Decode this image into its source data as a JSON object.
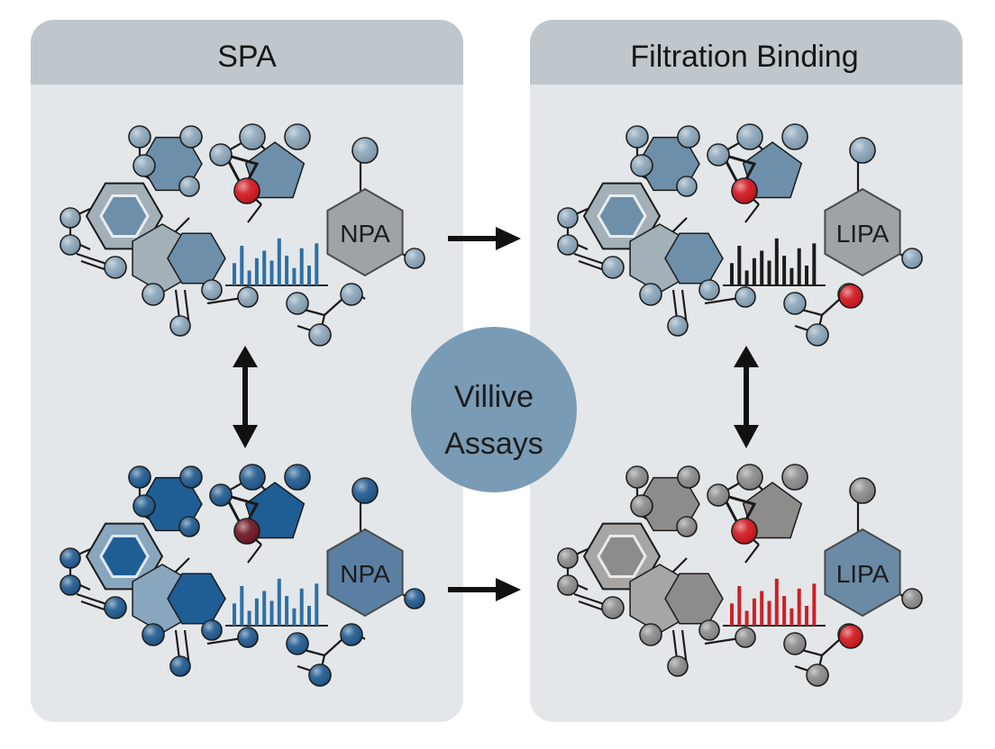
{
  "panels": {
    "left": {
      "title": "SPA"
    },
    "right": {
      "title": "Filtration Binding"
    }
  },
  "center": {
    "line1": "Villive",
    "line2": "Assays"
  },
  "molecules": {
    "left_top": {
      "hex_label": "NPA",
      "node": "#8aa5b9",
      "ring": "#6e8fa9",
      "ring_alt": "#a3b0b8",
      "hex": "#9ea3a7",
      "bars": "#2f6fa3",
      "center_atom": "#d0161e",
      "hex_atom": ""
    },
    "left_bottom": {
      "hex_label": "NPA",
      "node": "#205a8f",
      "ring": "#1f5d95",
      "ring_alt": "#89a6bf",
      "hex": "#5b7fa3",
      "bars": "#2f6fa3",
      "center_atom": "#6e1622",
      "hex_atom": ""
    },
    "right_top": {
      "hex_label": "LIPA",
      "node": "#8aa5b9",
      "ring": "#6e8fa9",
      "ring_alt": "#a3b0b8",
      "hex": "#9ea3a7",
      "bars": "#1c1c1c",
      "center_atom": "#d0161e",
      "hex_atom": "#d0161e"
    },
    "right_bottom": {
      "hex_label": "LIPA",
      "node": "#8c8a8a",
      "ring": "#8e8b8b",
      "ring_alt": "#a8a5a5",
      "hex": "#6b8aa6",
      "bars": "#cc2026",
      "center_atom": "#d0161e",
      "hex_atom": "#d0161e"
    }
  },
  "colors": {
    "panel_bg": "#e4e7ea",
    "panel_header": "#bfc7cc",
    "center_circle": "#7a9bb5",
    "arrow": "#111111",
    "bond": "#1a1a1a"
  }
}
